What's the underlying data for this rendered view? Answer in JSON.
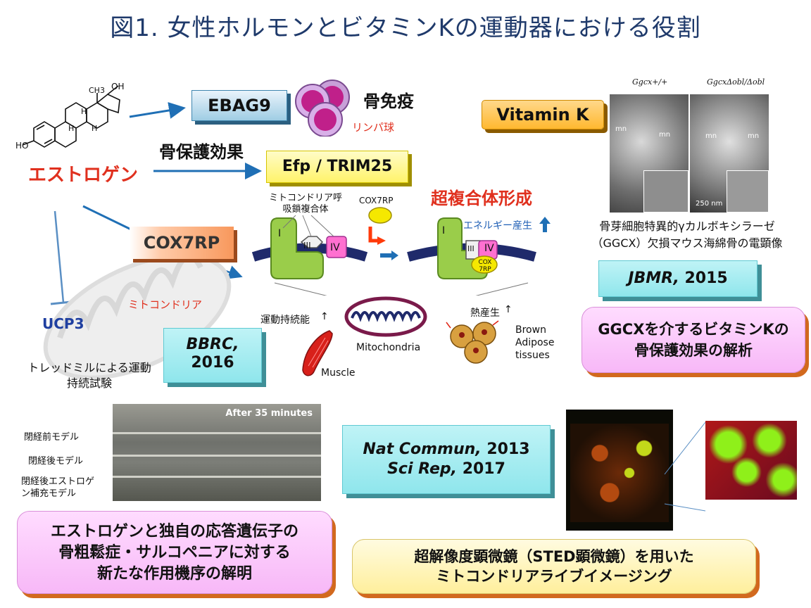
{
  "title": "図1. 女性ホルモンとビタミンKの運動器における役割",
  "estrogen": {
    "label": "エストロゲン",
    "oh_top": "OH",
    "ch3": "CH3",
    "ho": "HO",
    "h1": "H",
    "h2": "H",
    "h3": "H"
  },
  "ebag9": {
    "label": "EBAG9",
    "target": "骨免疫",
    "sub": "リンパ球"
  },
  "efp": {
    "label": "Efp / TRIM25",
    "effect": "骨保護効果"
  },
  "cox7rp": {
    "label": "COX7RP",
    "super_complex": "超複合体形成",
    "resp_chain": "ミトコンドリア呼吸鎖複合体",
    "cox_label": "COX7RP",
    "energy": "エネルギー産生",
    "complex_i": "I",
    "complex_iii": "III",
    "complex_iv": "IV",
    "cox_small": "COX 7RP"
  },
  "mito": {
    "label": "Mitochondria",
    "muscle": "Muscle",
    "endurance": "運動持続能",
    "thermo": "熱産生",
    "brown": "Brown Adipose tissues",
    "mito_jp": "ミトコンドリア"
  },
  "ucp3": {
    "label": "UCP3"
  },
  "treadmill": {
    "line1": "トレッドミルによる運動",
    "line2": "持続試験"
  },
  "bbrc": {
    "journal": "BBRC,",
    "year": "2016"
  },
  "vitamink": {
    "label": "Vitamin K"
  },
  "em": {
    "wt": "Ggcx+/+",
    "ko": "GgcxΔobl/Δobl",
    "scale": "250 nm",
    "mn": "mn",
    "caption1": "骨芽細胞特異的γカルボキシラーゼ",
    "caption2": "（GGCX）欠損マウス海綿骨の電顕像"
  },
  "jbmr": {
    "journal": "JBMR,",
    "year": "2015"
  },
  "ggcx_box": {
    "line1": "GGCXを介するビタミンKの",
    "line2": "骨保護効果の解析"
  },
  "models": {
    "pre": "閉経前モデル",
    "post": "閉経後モデル",
    "supp1": "閉経後エストロゲ",
    "supp2": "ン補充モデル",
    "after": "After 35 minutes"
  },
  "natcommun": {
    "j1": "Nat Commun,",
    "y1": " 2013",
    "j2": "Sci Rep,",
    "y2": " 2017"
  },
  "estrogen_box": {
    "line1": "エストロゲンと独自の応答遺伝子の",
    "line2": "骨粗鬆症・サルコペニアに対する",
    "line3": "新たな作用機序の解明"
  },
  "sted_box": {
    "line1": "超解像度顕微鏡（STED顕微鏡）を用いた",
    "line2": "ミトコンドリアライブイメージング"
  },
  "colors": {
    "title": "#1f3a6b",
    "red": "#e0301e",
    "blue_arrow": "#1f6fb5",
    "pink_box": "#f7b8f7",
    "cyan_box": "#8fe6ec"
  }
}
